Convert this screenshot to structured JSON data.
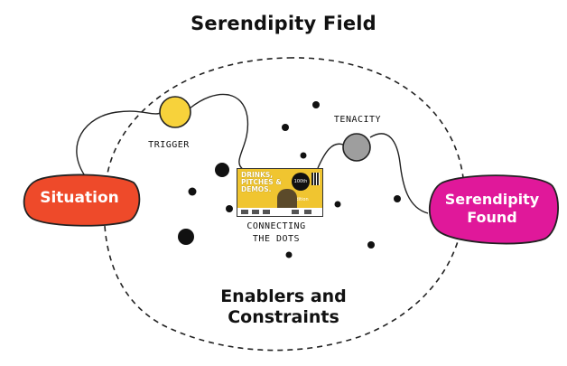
{
  "title": "Serendipity Field",
  "situation": {
    "label": "Situation",
    "color": "#ee4a2a"
  },
  "serendipity_found": {
    "line1": "Serendipity",
    "line2": "Found",
    "color": "#e0189a"
  },
  "trigger": {
    "label": "TRIGGER",
    "color": "#f7d23b"
  },
  "tenacity": {
    "label": "TENACITY",
    "color": "#9e9e9e"
  },
  "connecting": {
    "line1": "CONNECTING",
    "line2": "THE DOTS"
  },
  "enablers": {
    "line1": "Enablers and",
    "line2": "Constraints"
  },
  "poster": {
    "line1": "DRINKS,",
    "line2": "PITCHES &",
    "line3": "DEMOS.",
    "badge": "100th edition"
  }
}
